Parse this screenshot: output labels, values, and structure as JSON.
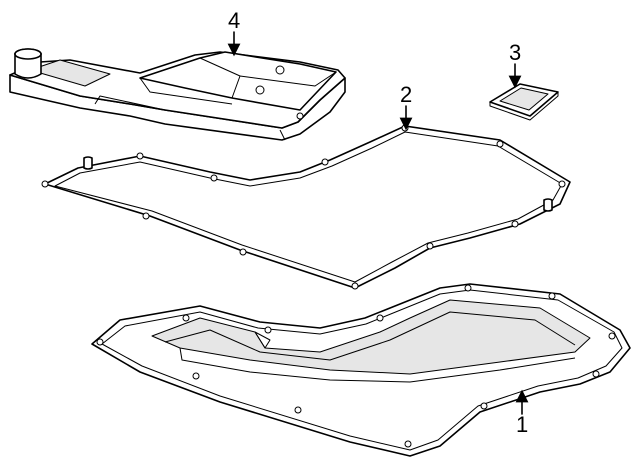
{
  "diagram": {
    "callouts": [
      {
        "label": "1",
        "part": "transmission-oil-pan"
      },
      {
        "label": "2",
        "part": "oil-pan-gasket"
      },
      {
        "label": "3",
        "part": "pan-magnet"
      },
      {
        "label": "4",
        "part": "transmission-filter"
      }
    ]
  }
}
